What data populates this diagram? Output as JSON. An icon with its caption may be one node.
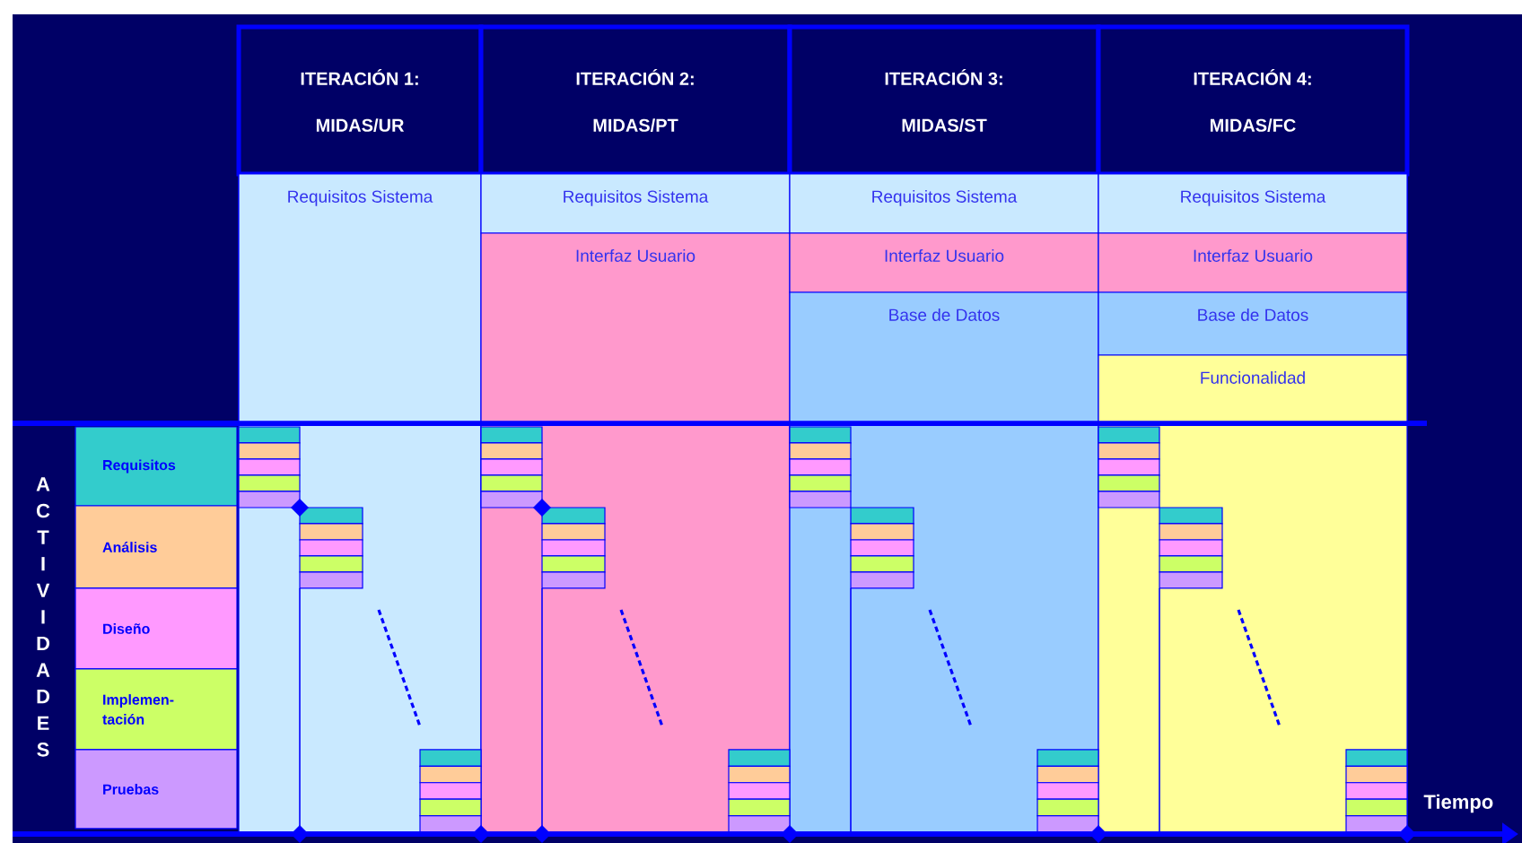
{
  "diagram": {
    "nodes": [
      {
        "text": [
          "ITERACIÓN 1: MIDAS/UR"
        ]
      },
      {
        "text": [
          "ITERACIÓN 2: MIDAS/PT"
        ]
      },
      {
        "text": [
          "ITERACIÓN 3: MIDAS/ST"
        ]
      },
      {
        "text": [
          "ITERACIÓN 4: MIDAS/FC"
        ]
      },
      {
        "text": [
          "Requisitos Sistema"
        ]
      },
      {
        "text": [
          "Requisitos Sistema"
        ]
      },
      {
        "text": [
          "Interfaz Usuario"
        ]
      },
      {
        "text": [
          "Requisitos Sistema"
        ]
      },
      {
        "text": [
          "Interfaz Usuario"
        ]
      },
      {
        "text": [
          "Base de Datos"
        ]
      },
      {
        "text": [
          "Requisitos Sistema"
        ]
      },
      {
        "text": [
          "Interfaz Usuario"
        ]
      },
      {
        "text": [
          "Base de Datos"
        ]
      },
      {
        "text": [
          "Funcionalidad"
        ]
      },
      {
        "text": [
          "Requisitos"
        ]
      },
      {
        "text": [
          "Análisis"
        ]
      },
      {
        "text": [
          "Diseño"
        ]
      },
      {
        "text": [
          "Implemen-tación"
        ]
      },
      {
        "text": [
          "Pruebas"
        ]
      }
    ],
    "labels": [
      "ACTIVIDADES",
      "Tiempo"
    ]
  }
}
